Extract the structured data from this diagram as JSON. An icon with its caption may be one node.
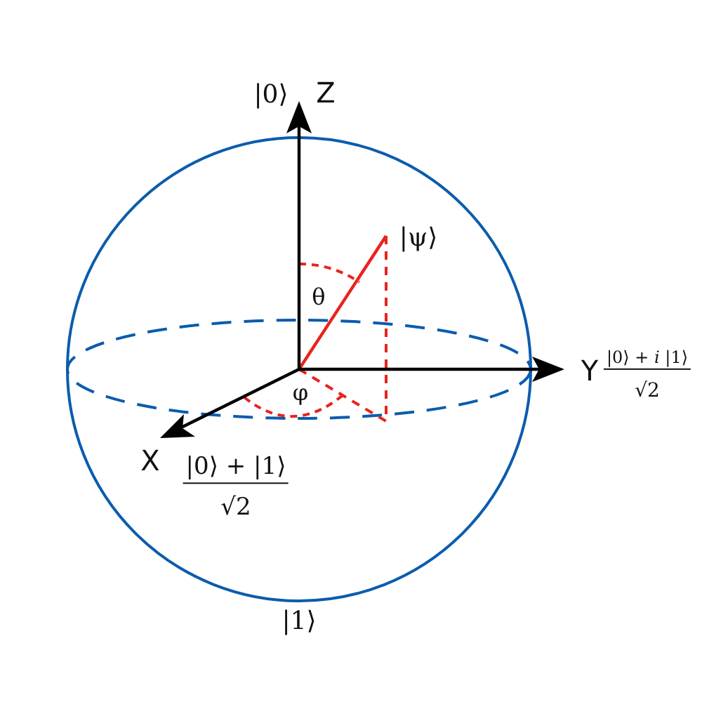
{
  "diagram": {
    "labels": [
      "|0⟩",
      "Z",
      "|ψ⟩",
      "θ",
      "Y",
      "|0⟩ + *i* |1⟩",
      "√2",
      "φ",
      "X",
      "|0⟩ + |1⟩",
      "√2",
      "|1⟩"
    ]
  }
}
